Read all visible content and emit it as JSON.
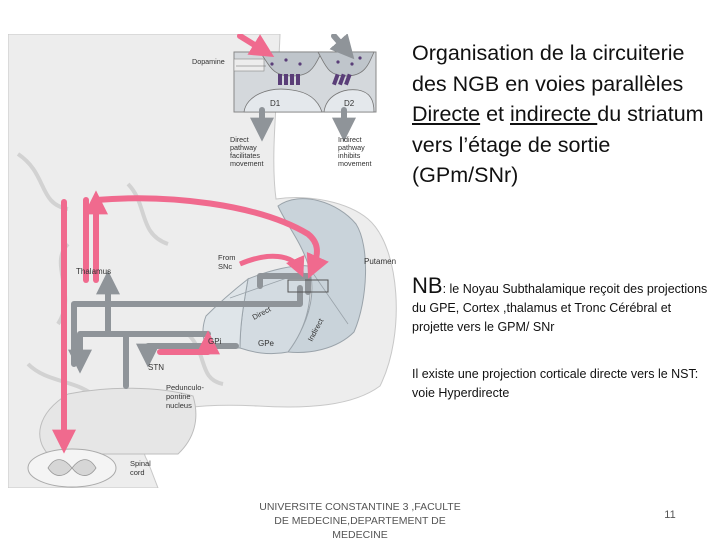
{
  "figure": {
    "labels": {
      "dopamine": "Dopamine",
      "d1": "D1",
      "d2": "D2",
      "direct_pathway": [
        "Direct",
        "pathway",
        "facilitates",
        "movement"
      ],
      "indirect_pathway": [
        "Indirect",
        "pathway",
        "inhibits",
        "movement"
      ],
      "thalamus": "Thalamus",
      "from_snc": [
        "From",
        "SNc"
      ],
      "putamen": "Putamen",
      "direct": "Direct",
      "indirect": "Indirect",
      "gpi": "GPi",
      "gpe": "GPe",
      "stn": "STN",
      "ppn": [
        "Pedunculo-",
        "pontine",
        "nucleus"
      ],
      "spinal_cord": [
        "Spinal",
        "cord"
      ]
    },
    "colors": {
      "excitatory": "#f06a8e",
      "inhibitory": "#8f9499",
      "structure": "#c9d3da",
      "tissue": "#eeeeee"
    }
  },
  "text": {
    "title_parts": [
      "Organisation de la circuiterie des NGB en voies parallèles ",
      "Directe",
      " et ",
      "indirecte ",
      "du striatum vers  l’étage de sortie (GPm/SNr)"
    ],
    "nb_label": "NB",
    "nb_text": ": le Noyau Subthalamique reçoit des projections du GPE, Cortex ,thalamus et Tronc Cérébral et projette vers le GPM/ SNr",
    "hyperdirect_text": "Il existe une projection corticale directe vers le NST: voie Hyperdirecte"
  },
  "footer": {
    "institution": "UNIVERSITE CONSTANTINE 3 ,FACULTE DE MEDECINE,DEPARTEMENT DE MEDECINE",
    "page_number": "11"
  }
}
